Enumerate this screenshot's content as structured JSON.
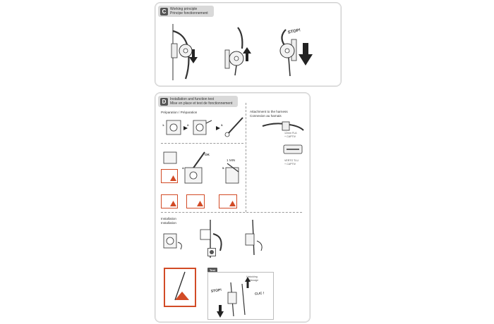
{
  "section_c": {
    "letter": "C",
    "title_en": "Working principle",
    "title_fr": "Principe fonctionnement",
    "stop": "STOP!"
  },
  "section_d": {
    "letter": "D",
    "title_en": "Installation and function test",
    "title_fr": "Mise en place et test de fonctionnement",
    "prep_label": "Préparation / Préparation",
    "steps": [
      "1.",
      "2.",
      "3.",
      "4.",
      "5."
    ],
    "ok_mark": "OK",
    "time_label": "1 MIN",
    "harness_en": "Attachment to the harness",
    "harness_fr": "Connexion au harnais",
    "lanyard1": "12mm FLA",
    "lanyard1_b": "+ CAPTIV",
    "lanyard2": "VERTO TLU",
    "lanyard2_b": "+ CAPTIV",
    "install_en": "Installation",
    "install_fr": "Installation",
    "test_tag": "Test",
    "unblock_en": "Unlocking",
    "unblock_fr": "Déblocage",
    "click": "CLIC !",
    "stop": "STOP!"
  },
  "colors": {
    "warn": "#d24b26",
    "arrow": "#222222",
    "panel_border": "#cfcfcf"
  }
}
